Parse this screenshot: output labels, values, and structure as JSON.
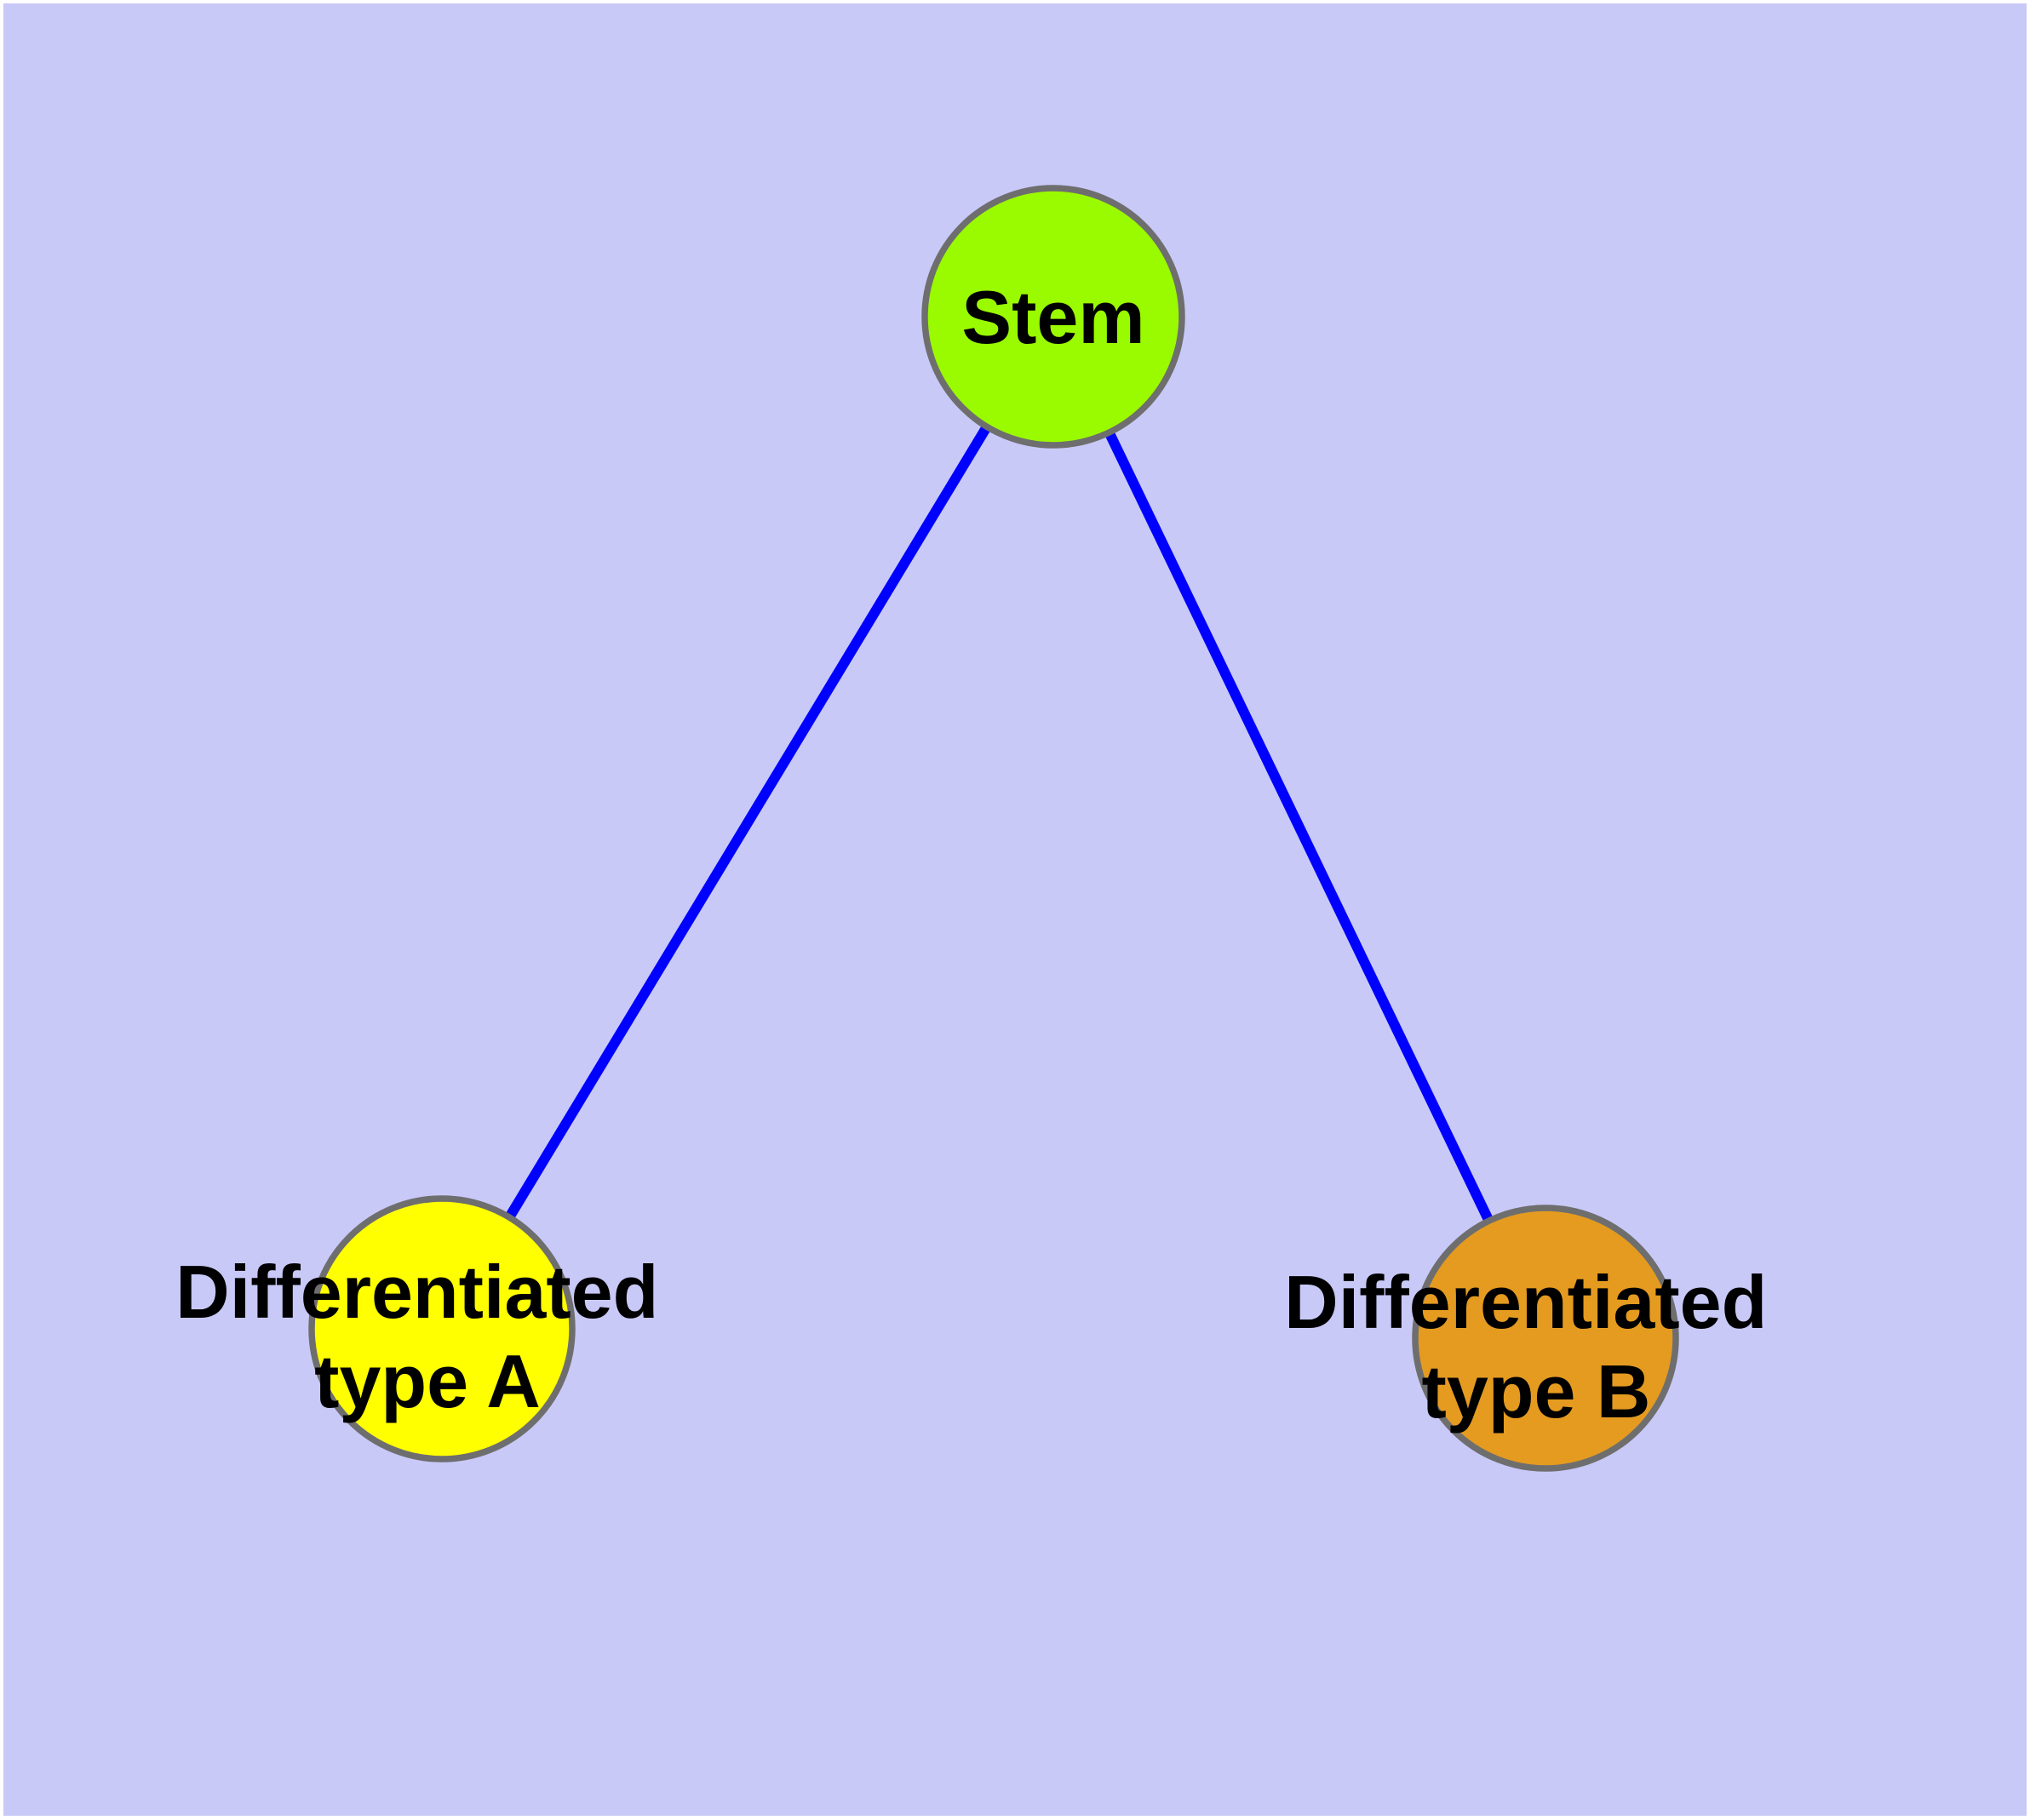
{
  "diagram": {
    "background_color": "#C9C9F8",
    "margin_color": "#FFFFFF",
    "edge_color": "#0000FF",
    "node_border_color": "#6E6E6E",
    "text_color": "#000000",
    "nodes": {
      "stem": {
        "label": "Stem",
        "fill": "#9AFA00"
      },
      "type_a": {
        "label": "Differentiated type A",
        "label_line1": "Differentiated",
        "label_line2": "type A",
        "fill": "#FFFF00"
      },
      "type_b": {
        "label": "Differentiated type B",
        "label_line1": "Differentiated",
        "label_line2": "type B",
        "fill": "#E49B20"
      }
    },
    "edges": [
      {
        "from": "Stem",
        "to": "Differentiated type A"
      },
      {
        "from": "Stem",
        "to": "Differentiated type B"
      }
    ]
  }
}
